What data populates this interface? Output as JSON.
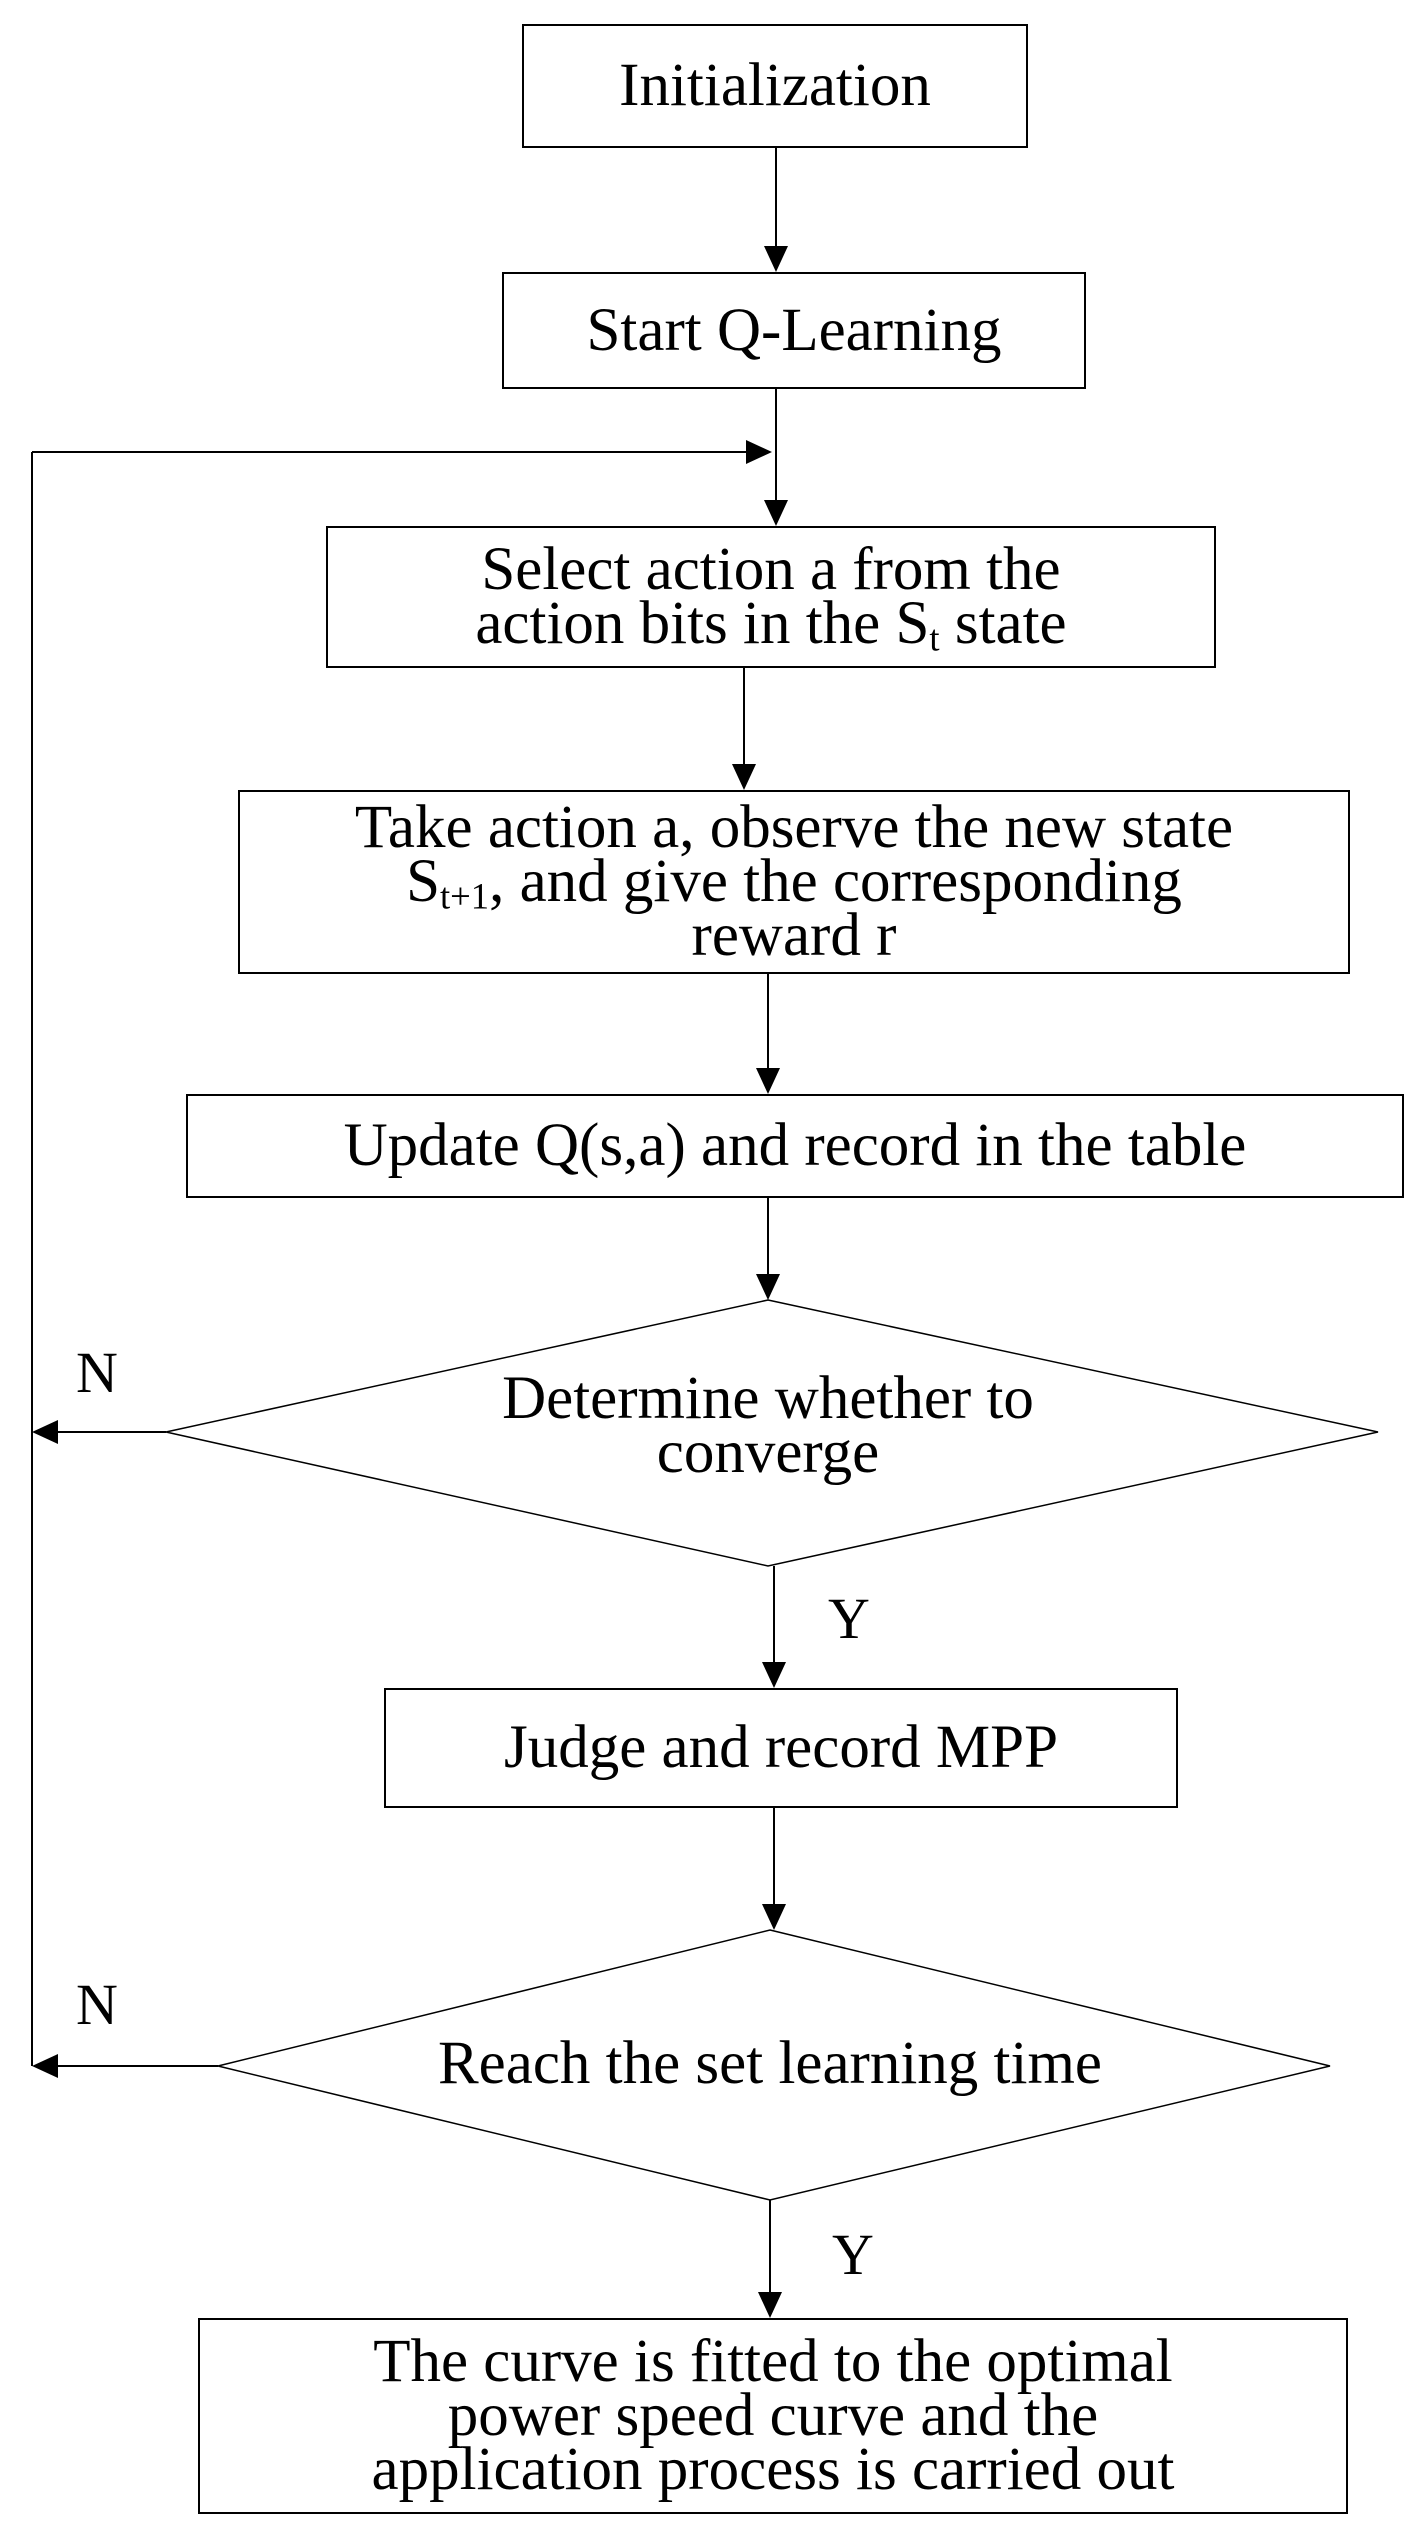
{
  "flowchart": {
    "initialization": "Initialization",
    "start_q_learning": "Start Q-Learning",
    "select_action": {
      "line1": "Select action a from the",
      "line2_pre": "action bits in the S",
      "line2_sub": "t",
      "line2_post": " state"
    },
    "take_action": {
      "line1": "Take action a, observe the new state",
      "line2_pre": "S",
      "line2_sub": "t+1",
      "line2_post": ", and give the corresponding",
      "line3": "reward r"
    },
    "update_q": "Update Q(s,a) and record in the table",
    "converge_decision": {
      "line1": "Determine whether to",
      "line2": "converge",
      "no_label": "N",
      "yes_label": "Y"
    },
    "judge_mpp": "Judge and record MPP",
    "time_decision": {
      "text": "Reach the set learning time",
      "no_label": "N",
      "yes_label": "Y"
    },
    "final_step": {
      "line1": "The curve is fitted to the optimal",
      "line2": "power speed curve and the",
      "line3": "application process is carried out"
    }
  }
}
